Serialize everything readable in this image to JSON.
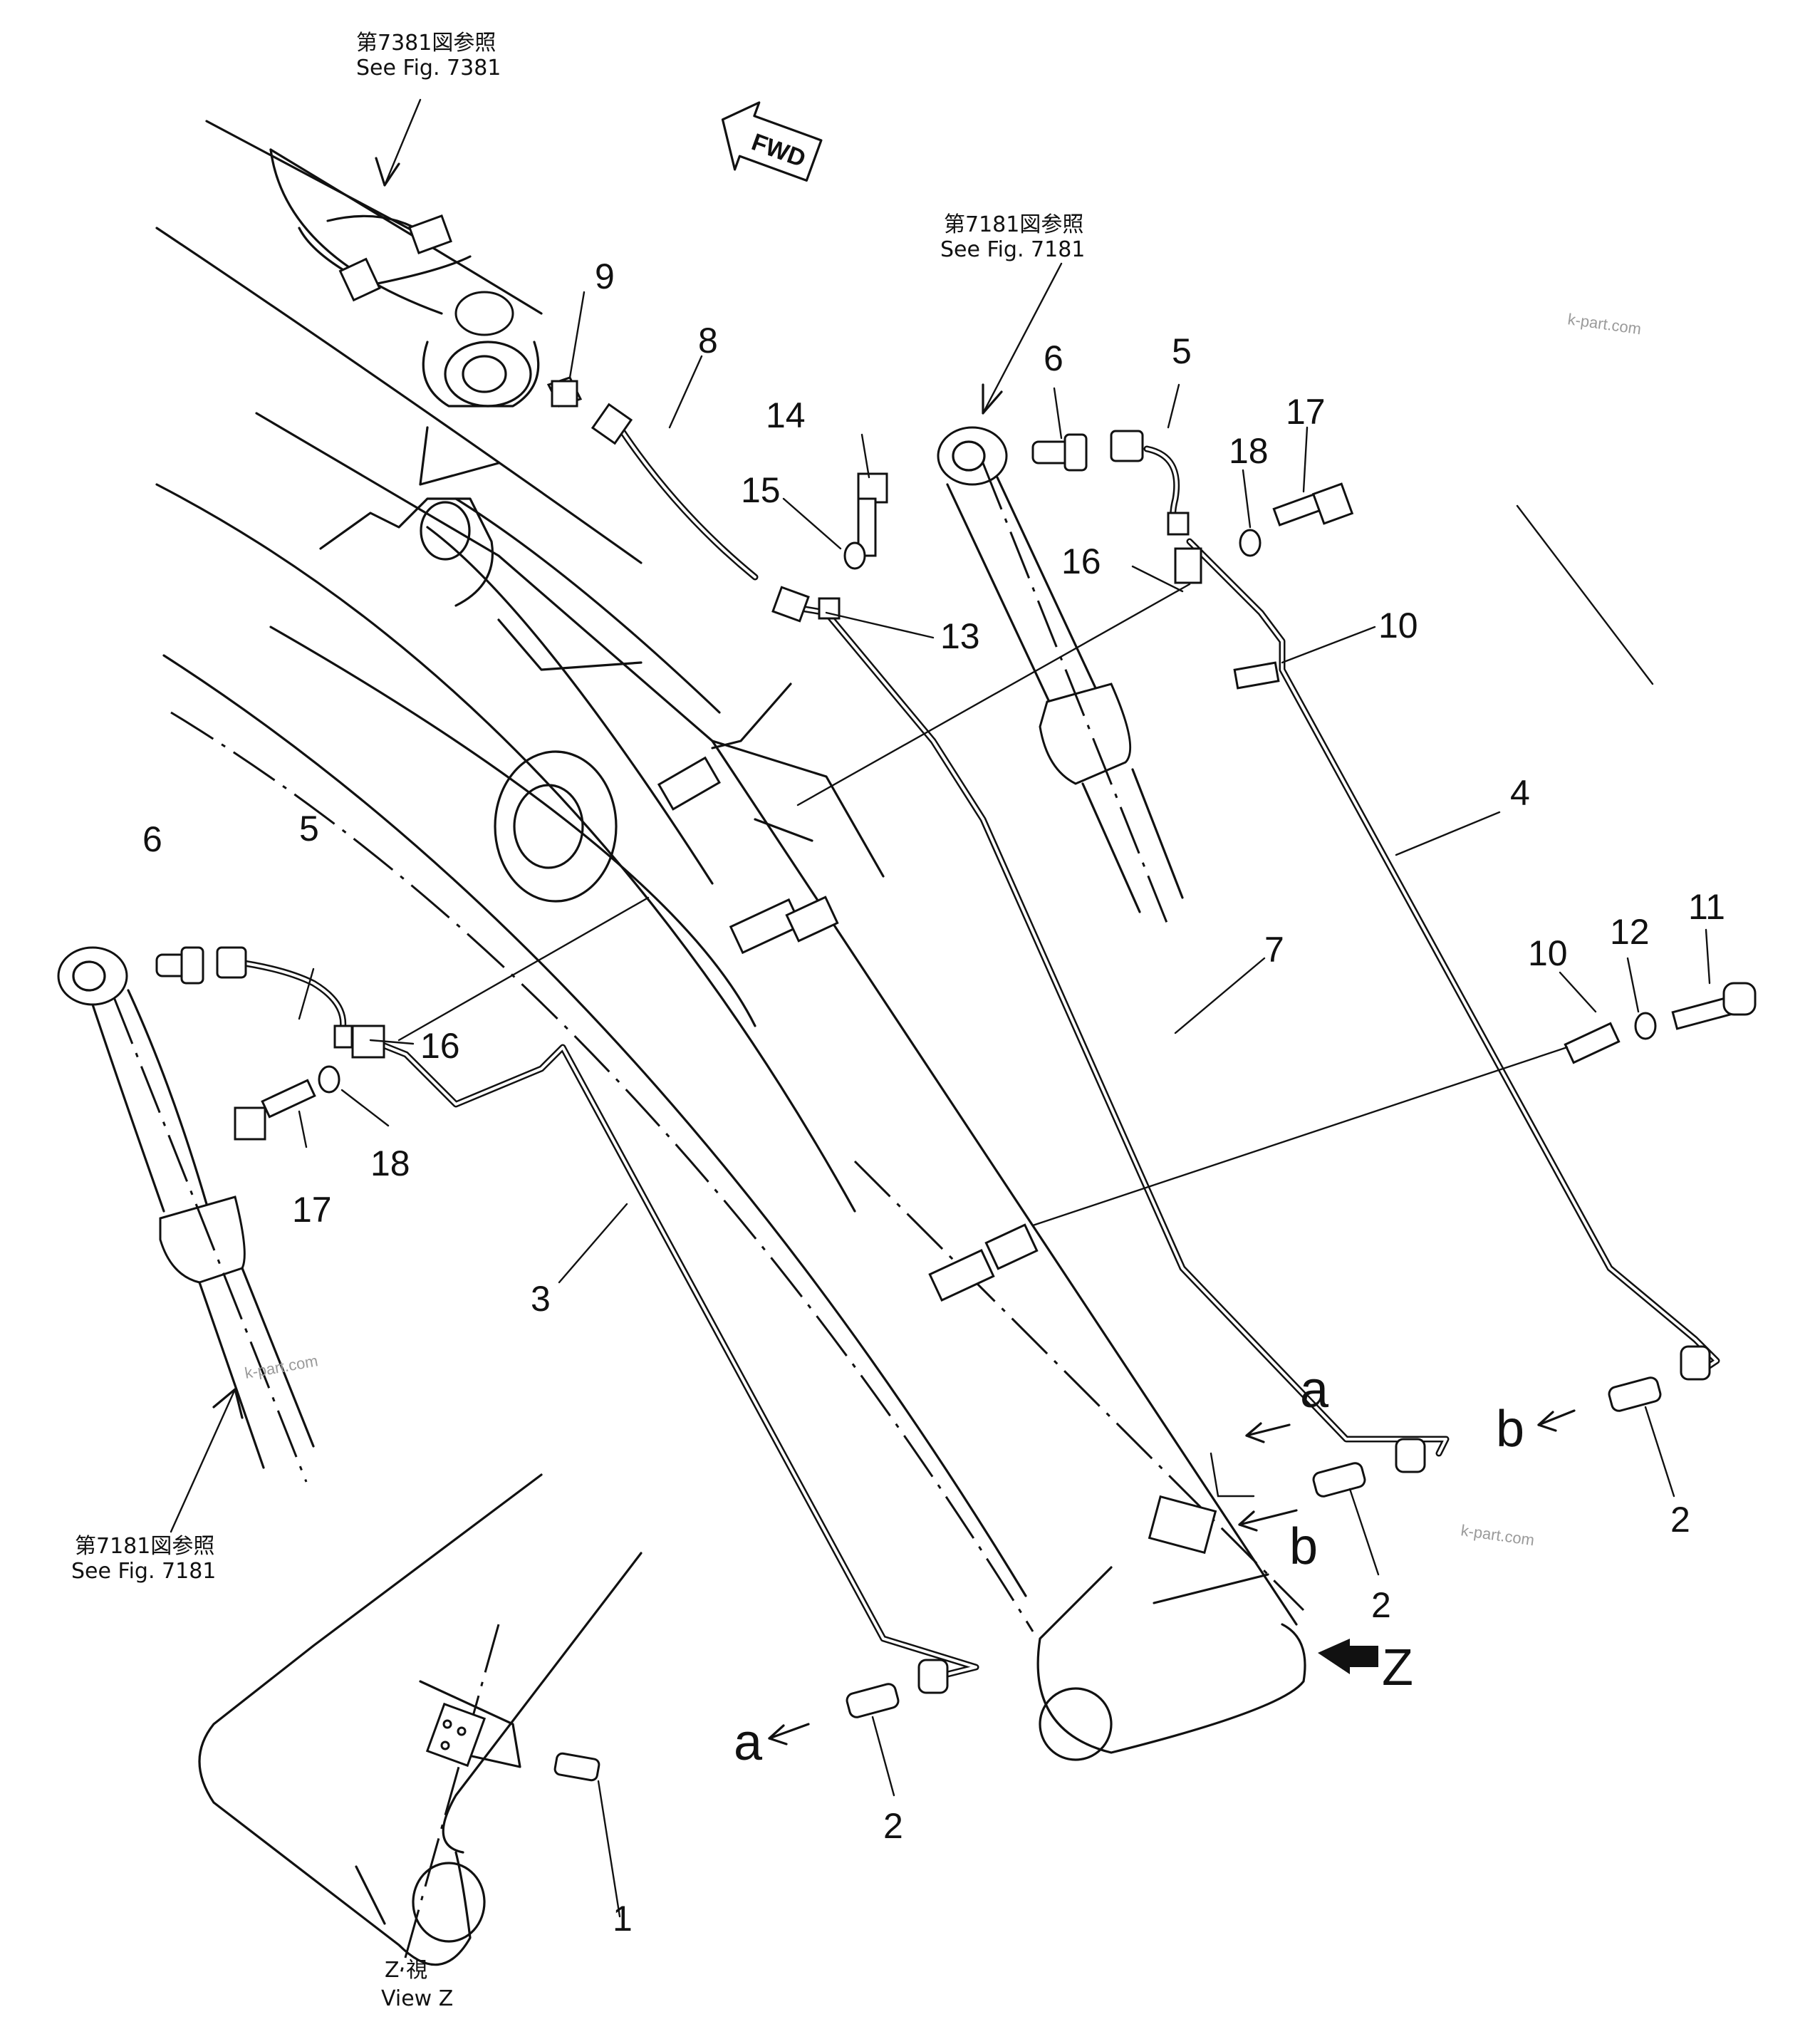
{
  "references": [
    {
      "jp": "第7381図参照",
      "en": "See  Fig. 7381"
    },
    {
      "jp": "第7181図参照",
      "en": "See  Fig. 7181"
    },
    {
      "jp": "第7181図参照",
      "en": "See  Fig. 7181"
    }
  ],
  "view_label": {
    "jp": "Z 視",
    "en": "View Z"
  },
  "direction_label": "FWD",
  "view_arrow_label": "Z",
  "arrow_letters": [
    "a",
    "a",
    "b",
    "b"
  ],
  "part_numbers": [
    "1",
    "2",
    "2",
    "2",
    "3",
    "4",
    "5",
    "5",
    "6",
    "6",
    "7",
    "8",
    "9",
    "10",
    "10",
    "11",
    "12",
    "13",
    "14",
    "15",
    "16",
    "16",
    "17",
    "17",
    "18",
    "18"
  ],
  "watermark": "k-part.com"
}
